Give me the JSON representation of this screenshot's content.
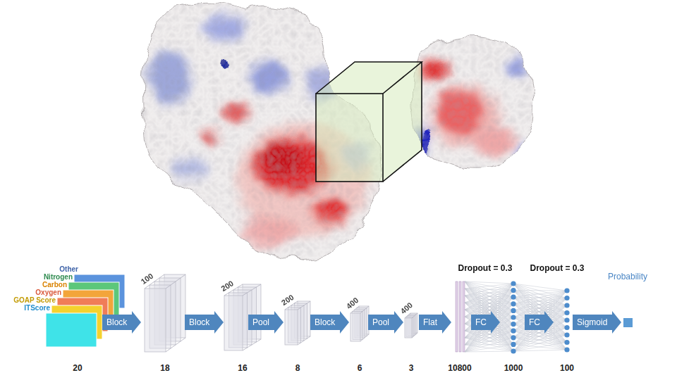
{
  "diagram": {
    "nodes": [
      {
        "text": [
          "Block"
        ]
      },
      {
        "text": [
          "Block"
        ]
      },
      {
        "text": [
          "Pool"
        ]
      },
      {
        "text": [
          "Block"
        ]
      },
      {
        "text": [
          "Pool"
        ]
      },
      {
        "text": [
          "Flat"
        ]
      },
      {
        "text": [
          "FC"
        ]
      },
      {
        "text": [
          "FC"
        ]
      },
      {
        "text": [
          "Sigmoid"
        ]
      }
    ],
    "labels": [
      "Other",
      "Nitrogen",
      "Carbon",
      "Oxygen",
      "GOAP Score",
      "ITScore",
      "100",
      "200",
      "200",
      "400",
      "400",
      "Dropout = 0.3",
      "Dropout = 0.3",
      "Probability",
      "20",
      "18",
      "16",
      "8",
      "6",
      "3",
      "10800",
      "1000",
      "100"
    ]
  }
}
